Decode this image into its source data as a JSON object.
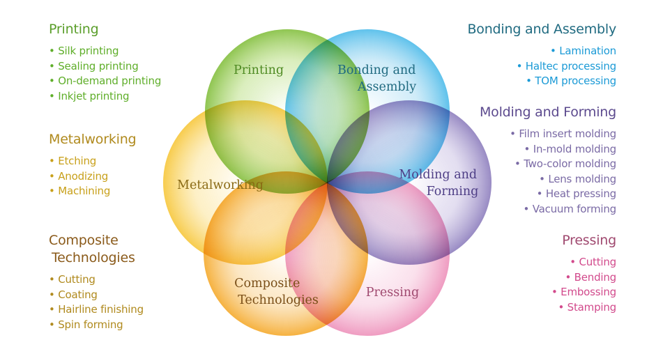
{
  "diagram": {
    "circles": [
      {
        "key": "printing",
        "label_lines": [
          "Printing"
        ],
        "color": "#8cc63f"
      },
      {
        "key": "bonding",
        "label_lines": [
          "Bonding and",
          "Assembly"
        ],
        "color": "#29abe2"
      },
      {
        "key": "molding",
        "label_lines": [
          "Molding and",
          "Forming"
        ],
        "color": "#8f7fbf"
      },
      {
        "key": "pressing",
        "label_lines": [
          "Pressing"
        ],
        "color": "#ee88b4"
      },
      {
        "key": "composite",
        "label_lines": [
          "Composite",
          "Technologies"
        ],
        "color": "#f7a21b"
      },
      {
        "key": "metalworking",
        "label_lines": [
          "Metalworking"
        ],
        "color": "#f9c930"
      }
    ]
  },
  "panels": {
    "printing": {
      "title": "Printing",
      "items": [
        "Silk printing",
        "Sealing printing",
        "On-demand printing",
        "Inkjet printing"
      ]
    },
    "metalworking": {
      "title": "Metalworking",
      "items": [
        "Etching",
        "Anodizing",
        "Machining"
      ]
    },
    "composite": {
      "title_lines": [
        "Composite",
        "Technologies"
      ],
      "items": [
        "Cutting",
        "Coating",
        "Hairline finishing",
        "Spin forming"
      ]
    },
    "bonding": {
      "title": "Bonding and Assembly",
      "items": [
        "Lamination",
        "Haltec processing",
        "TOM processing"
      ]
    },
    "molding": {
      "title": "Molding and Forming",
      "items": [
        "Film insert molding",
        "In-mold molding",
        "Two-color molding",
        "Lens molding",
        "Heat pressing",
        "Vacuum forming"
      ]
    },
    "pressing": {
      "title": "Pressing",
      "items": [
        "Cutting",
        "Bending",
        "Embossing",
        "Stamping"
      ]
    }
  }
}
